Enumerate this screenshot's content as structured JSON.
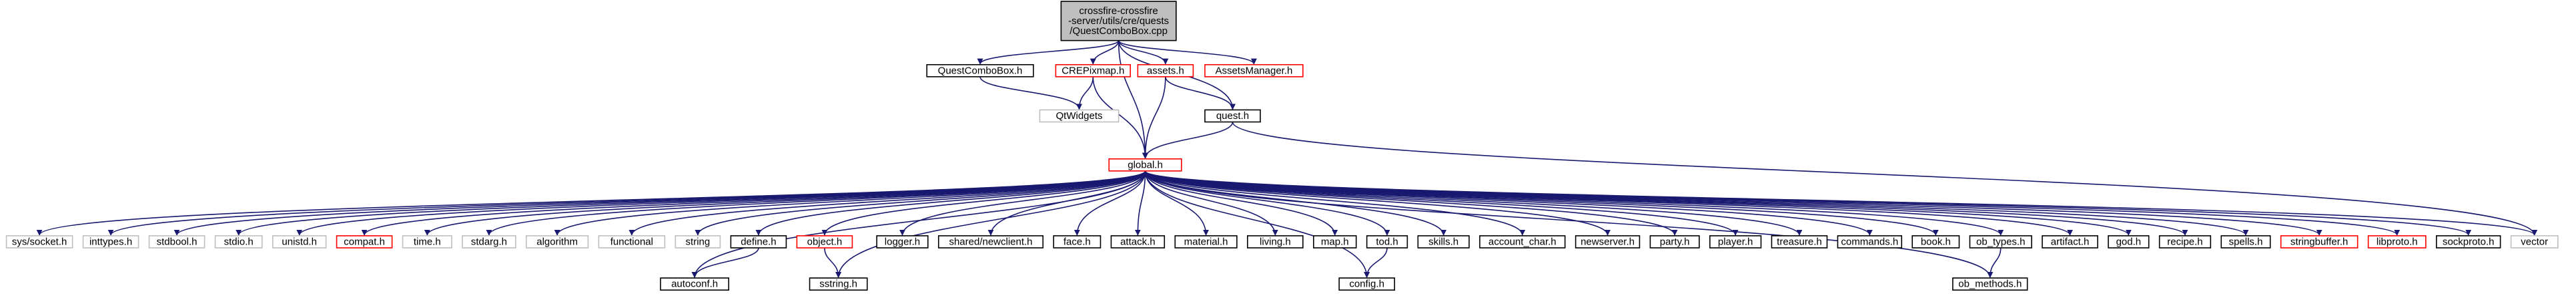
{
  "colors": {
    "edge": "#191970",
    "arrow_head": "#191970",
    "node_fill": "#ffffff",
    "root_fill": "#bfbfbf",
    "border_normal": "#000000",
    "border_red": "#ff0000",
    "border_gray": "#bfbfbf",
    "text": "#000000"
  },
  "nodes": [
    {
      "id": "root",
      "lines": [
        "crossfire-crossfire",
        "-server/utils/cre/quests",
        "/QuestComboBox.cpp"
      ],
      "style": "root"
    },
    {
      "id": "questcombobox_h",
      "lines": [
        "QuestComboBox.h"
      ],
      "style": "normal"
    },
    {
      "id": "crepixmap_h",
      "lines": [
        "CREPixmap.h"
      ],
      "style": "red"
    },
    {
      "id": "assets_h",
      "lines": [
        "assets.h"
      ],
      "style": "red"
    },
    {
      "id": "assetsmanager_h",
      "lines": [
        "AssetsManager.h"
      ],
      "style": "red"
    },
    {
      "id": "qtwidgets",
      "lines": [
        "QtWidgets"
      ],
      "style": "gray"
    },
    {
      "id": "quest_h",
      "lines": [
        "quest.h"
      ],
      "style": "normal"
    },
    {
      "id": "global_h",
      "lines": [
        "global.h"
      ],
      "style": "red"
    },
    {
      "id": "sys_socket_h",
      "lines": [
        "sys/socket.h"
      ],
      "style": "gray"
    },
    {
      "id": "inttypes_h",
      "lines": [
        "inttypes.h"
      ],
      "style": "gray"
    },
    {
      "id": "stdbool_h",
      "lines": [
        "stdbool.h"
      ],
      "style": "gray"
    },
    {
      "id": "stdio_h",
      "lines": [
        "stdio.h"
      ],
      "style": "gray"
    },
    {
      "id": "unistd_h",
      "lines": [
        "unistd.h"
      ],
      "style": "gray"
    },
    {
      "id": "compat_h",
      "lines": [
        "compat.h"
      ],
      "style": "red"
    },
    {
      "id": "time_h",
      "lines": [
        "time.h"
      ],
      "style": "gray"
    },
    {
      "id": "stdarg_h",
      "lines": [
        "stdarg.h"
      ],
      "style": "gray"
    },
    {
      "id": "algorithm",
      "lines": [
        "algorithm"
      ],
      "style": "gray"
    },
    {
      "id": "functional",
      "lines": [
        "functional"
      ],
      "style": "gray"
    },
    {
      "id": "string",
      "lines": [
        "string"
      ],
      "style": "gray"
    },
    {
      "id": "define_h",
      "lines": [
        "define.h"
      ],
      "style": "normal"
    },
    {
      "id": "object_h",
      "lines": [
        "object.h"
      ],
      "style": "red"
    },
    {
      "id": "logger_h",
      "lines": [
        "logger.h"
      ],
      "style": "normal"
    },
    {
      "id": "shared_newclient_h",
      "lines": [
        "shared/newclient.h"
      ],
      "style": "normal"
    },
    {
      "id": "face_h",
      "lines": [
        "face.h"
      ],
      "style": "normal"
    },
    {
      "id": "attack_h",
      "lines": [
        "attack.h"
      ],
      "style": "normal"
    },
    {
      "id": "material_h",
      "lines": [
        "material.h"
      ],
      "style": "normal"
    },
    {
      "id": "living_h",
      "lines": [
        "living.h"
      ],
      "style": "normal"
    },
    {
      "id": "map_h",
      "lines": [
        "map.h"
      ],
      "style": "normal"
    },
    {
      "id": "tod_h",
      "lines": [
        "tod.h"
      ],
      "style": "normal"
    },
    {
      "id": "skills_h",
      "lines": [
        "skills.h"
      ],
      "style": "normal"
    },
    {
      "id": "account_char_h",
      "lines": [
        "account_char.h"
      ],
      "style": "normal"
    },
    {
      "id": "newserver_h",
      "lines": [
        "newserver.h"
      ],
      "style": "normal"
    },
    {
      "id": "party_h",
      "lines": [
        "party.h"
      ],
      "style": "normal"
    },
    {
      "id": "player_h",
      "lines": [
        "player.h"
      ],
      "style": "normal"
    },
    {
      "id": "treasure_h",
      "lines": [
        "treasure.h"
      ],
      "style": "normal"
    },
    {
      "id": "commands_h",
      "lines": [
        "commands.h"
      ],
      "style": "normal"
    },
    {
      "id": "book_h",
      "lines": [
        "book.h"
      ],
      "style": "normal"
    },
    {
      "id": "ob_types_h",
      "lines": [
        "ob_types.h"
      ],
      "style": "normal"
    },
    {
      "id": "artifact_h",
      "lines": [
        "artifact.h"
      ],
      "style": "normal"
    },
    {
      "id": "god_h",
      "lines": [
        "god.h"
      ],
      "style": "normal"
    },
    {
      "id": "recipe_h",
      "lines": [
        "recipe.h"
      ],
      "style": "normal"
    },
    {
      "id": "spells_h",
      "lines": [
        "spells.h"
      ],
      "style": "normal"
    },
    {
      "id": "stringbuffer_h",
      "lines": [
        "stringbuffer.h"
      ],
      "style": "red"
    },
    {
      "id": "libproto_h",
      "lines": [
        "libproto.h"
      ],
      "style": "red"
    },
    {
      "id": "sockproto_h",
      "lines": [
        "sockproto.h"
      ],
      "style": "normal"
    },
    {
      "id": "vector",
      "lines": [
        "vector"
      ],
      "style": "gray"
    },
    {
      "id": "autoconf_h",
      "lines": [
        "autoconf.h"
      ],
      "style": "normal"
    },
    {
      "id": "sstring_h",
      "lines": [
        "sstring.h"
      ],
      "style": "normal"
    },
    {
      "id": "config_h",
      "lines": [
        "config.h"
      ],
      "style": "normal"
    },
    {
      "id": "ob_methods_h",
      "lines": [
        "ob_methods.h"
      ],
      "style": "normal"
    }
  ],
  "edges": [
    [
      "root",
      "questcombobox_h"
    ],
    [
      "root",
      "crepixmap_h"
    ],
    [
      "root",
      "assets_h"
    ],
    [
      "root",
      "assetsmanager_h"
    ],
    [
      "root",
      "global_h"
    ],
    [
      "root",
      "quest_h"
    ],
    [
      "questcombobox_h",
      "qtwidgets"
    ],
    [
      "crepixmap_h",
      "qtwidgets"
    ],
    [
      "crepixmap_h",
      "global_h"
    ],
    [
      "assets_h",
      "global_h"
    ],
    [
      "assets_h",
      "quest_h"
    ],
    [
      "quest_h",
      "global_h"
    ],
    [
      "quest_h",
      "vector"
    ],
    [
      "global_h",
      "sys_socket_h"
    ],
    [
      "global_h",
      "inttypes_h"
    ],
    [
      "global_h",
      "stdbool_h"
    ],
    [
      "global_h",
      "stdio_h"
    ],
    [
      "global_h",
      "unistd_h"
    ],
    [
      "global_h",
      "compat_h"
    ],
    [
      "global_h",
      "time_h"
    ],
    [
      "global_h",
      "stdarg_h"
    ],
    [
      "global_h",
      "algorithm"
    ],
    [
      "global_h",
      "functional"
    ],
    [
      "global_h",
      "string"
    ],
    [
      "global_h",
      "define_h"
    ],
    [
      "global_h",
      "object_h"
    ],
    [
      "global_h",
      "logger_h"
    ],
    [
      "global_h",
      "shared_newclient_h"
    ],
    [
      "global_h",
      "face_h"
    ],
    [
      "global_h",
      "attack_h"
    ],
    [
      "global_h",
      "material_h"
    ],
    [
      "global_h",
      "living_h"
    ],
    [
      "global_h",
      "map_h"
    ],
    [
      "global_h",
      "tod_h"
    ],
    [
      "global_h",
      "skills_h"
    ],
    [
      "global_h",
      "account_char_h"
    ],
    [
      "global_h",
      "newserver_h"
    ],
    [
      "global_h",
      "party_h"
    ],
    [
      "global_h",
      "player_h"
    ],
    [
      "global_h",
      "treasure_h"
    ],
    [
      "global_h",
      "commands_h"
    ],
    [
      "global_h",
      "book_h"
    ],
    [
      "global_h",
      "ob_types_h"
    ],
    [
      "global_h",
      "artifact_h"
    ],
    [
      "global_h",
      "god_h"
    ],
    [
      "global_h",
      "recipe_h"
    ],
    [
      "global_h",
      "spells_h"
    ],
    [
      "global_h",
      "stringbuffer_h"
    ],
    [
      "global_h",
      "libproto_h"
    ],
    [
      "global_h",
      "sockproto_h"
    ],
    [
      "global_h",
      "vector"
    ],
    [
      "global_h",
      "autoconf_h"
    ],
    [
      "global_h",
      "sstring_h"
    ],
    [
      "global_h",
      "config_h"
    ],
    [
      "global_h",
      "ob_methods_h"
    ],
    [
      "define_h",
      "autoconf_h"
    ],
    [
      "object_h",
      "sstring_h"
    ],
    [
      "tod_h",
      "config_h"
    ],
    [
      "ob_types_h",
      "ob_methods_h"
    ]
  ]
}
